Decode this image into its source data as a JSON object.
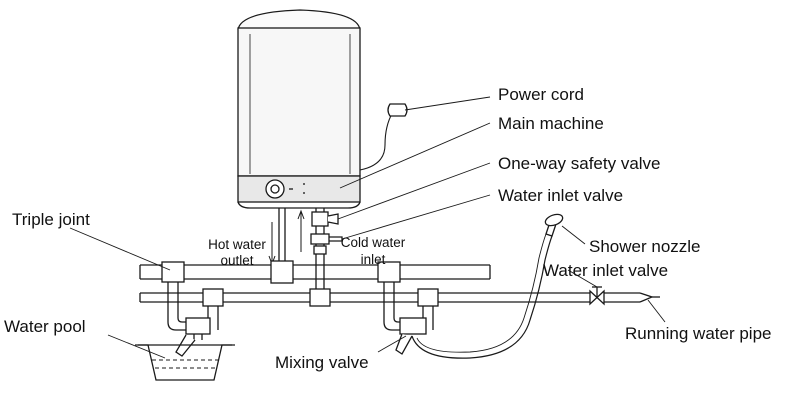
{
  "labels": {
    "power_cord": "Power  cord",
    "main_machine": "Main machine",
    "one_way_valve": "One-way safety valve",
    "water_inlet_valve_top": "Water inlet valve",
    "triple_joint": "Triple joint",
    "hot_water_outlet_line1": "Hot water",
    "hot_water_outlet_line2": "outlet",
    "cold_water_inlet_line1": "Cold water",
    "cold_water_inlet_line2": "inlet",
    "shower_nozzle": "Shower nozzle",
    "water_inlet_valve_right": "Water inlet valve",
    "water_pool": "Water pool",
    "mixing_valve": "Mixing valve",
    "running_water_pipe": "Running water pipe"
  },
  "colors": {
    "line": "#1a1a1a",
    "fill_light": "#f2f2f2",
    "fill_band": "#e6e6e6"
  }
}
